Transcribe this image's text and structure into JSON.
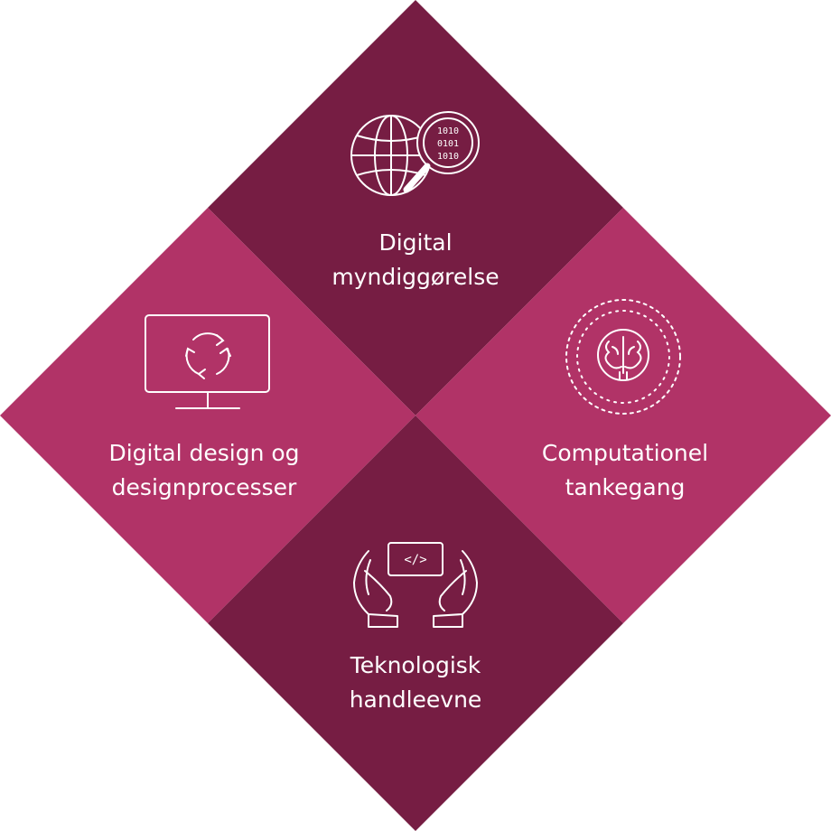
{
  "colors": {
    "dark_quadrant": "#761d43",
    "light_quadrant": "#b13367",
    "text": "#ffffff"
  },
  "quadrants": {
    "top": {
      "line1": "Digital",
      "line2": "myndiggørelse",
      "icon": "globe-magnifier-icon",
      "binary": [
        "1010",
        "0101",
        "1010"
      ]
    },
    "left": {
      "line1": "Digital design og",
      "line2": "designprocesser",
      "icon": "monitor-refresh-icon"
    },
    "right": {
      "line1": "Computationel",
      "line2": "tankegang",
      "icon": "brain-binary-icon"
    },
    "bottom": {
      "line1": "Teknologisk",
      "line2": "handleevne",
      "icon": "hands-code-icon",
      "code_glyph": "</>"
    }
  }
}
